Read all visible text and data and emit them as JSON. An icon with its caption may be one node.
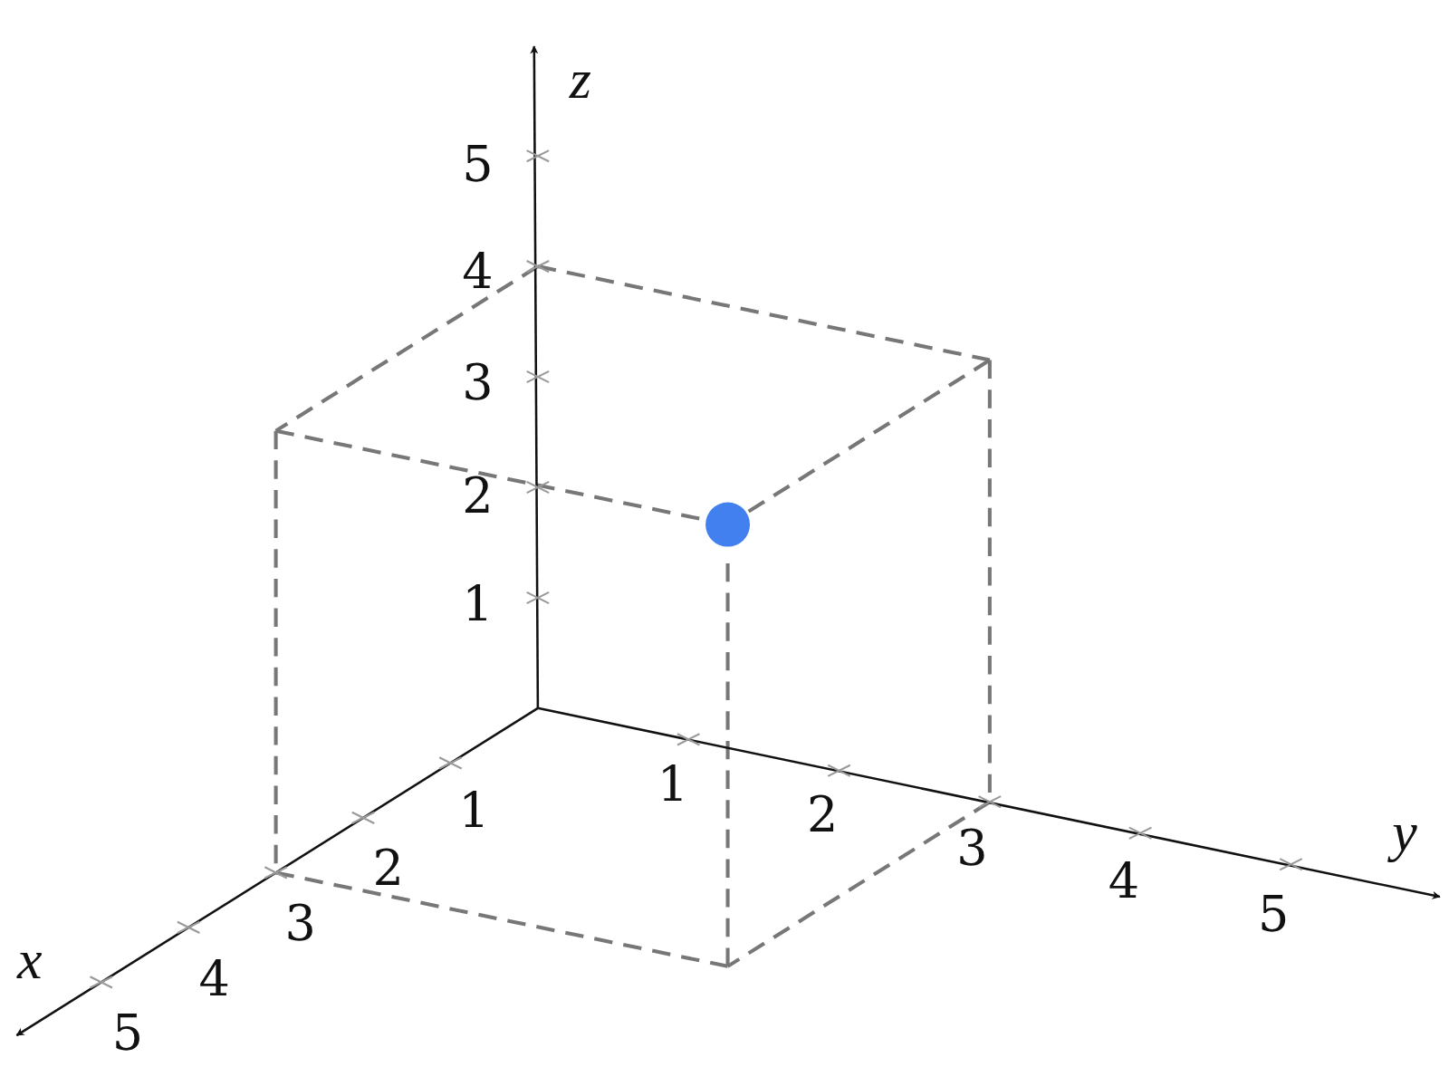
{
  "diagram": {
    "labels": [
      "z",
      "5",
      "4",
      "3",
      "2",
      "1",
      "1",
      "2",
      "3",
      "4",
      "5",
      "y",
      "1",
      "2",
      "3",
      "4",
      "5",
      "x"
    ]
  }
}
